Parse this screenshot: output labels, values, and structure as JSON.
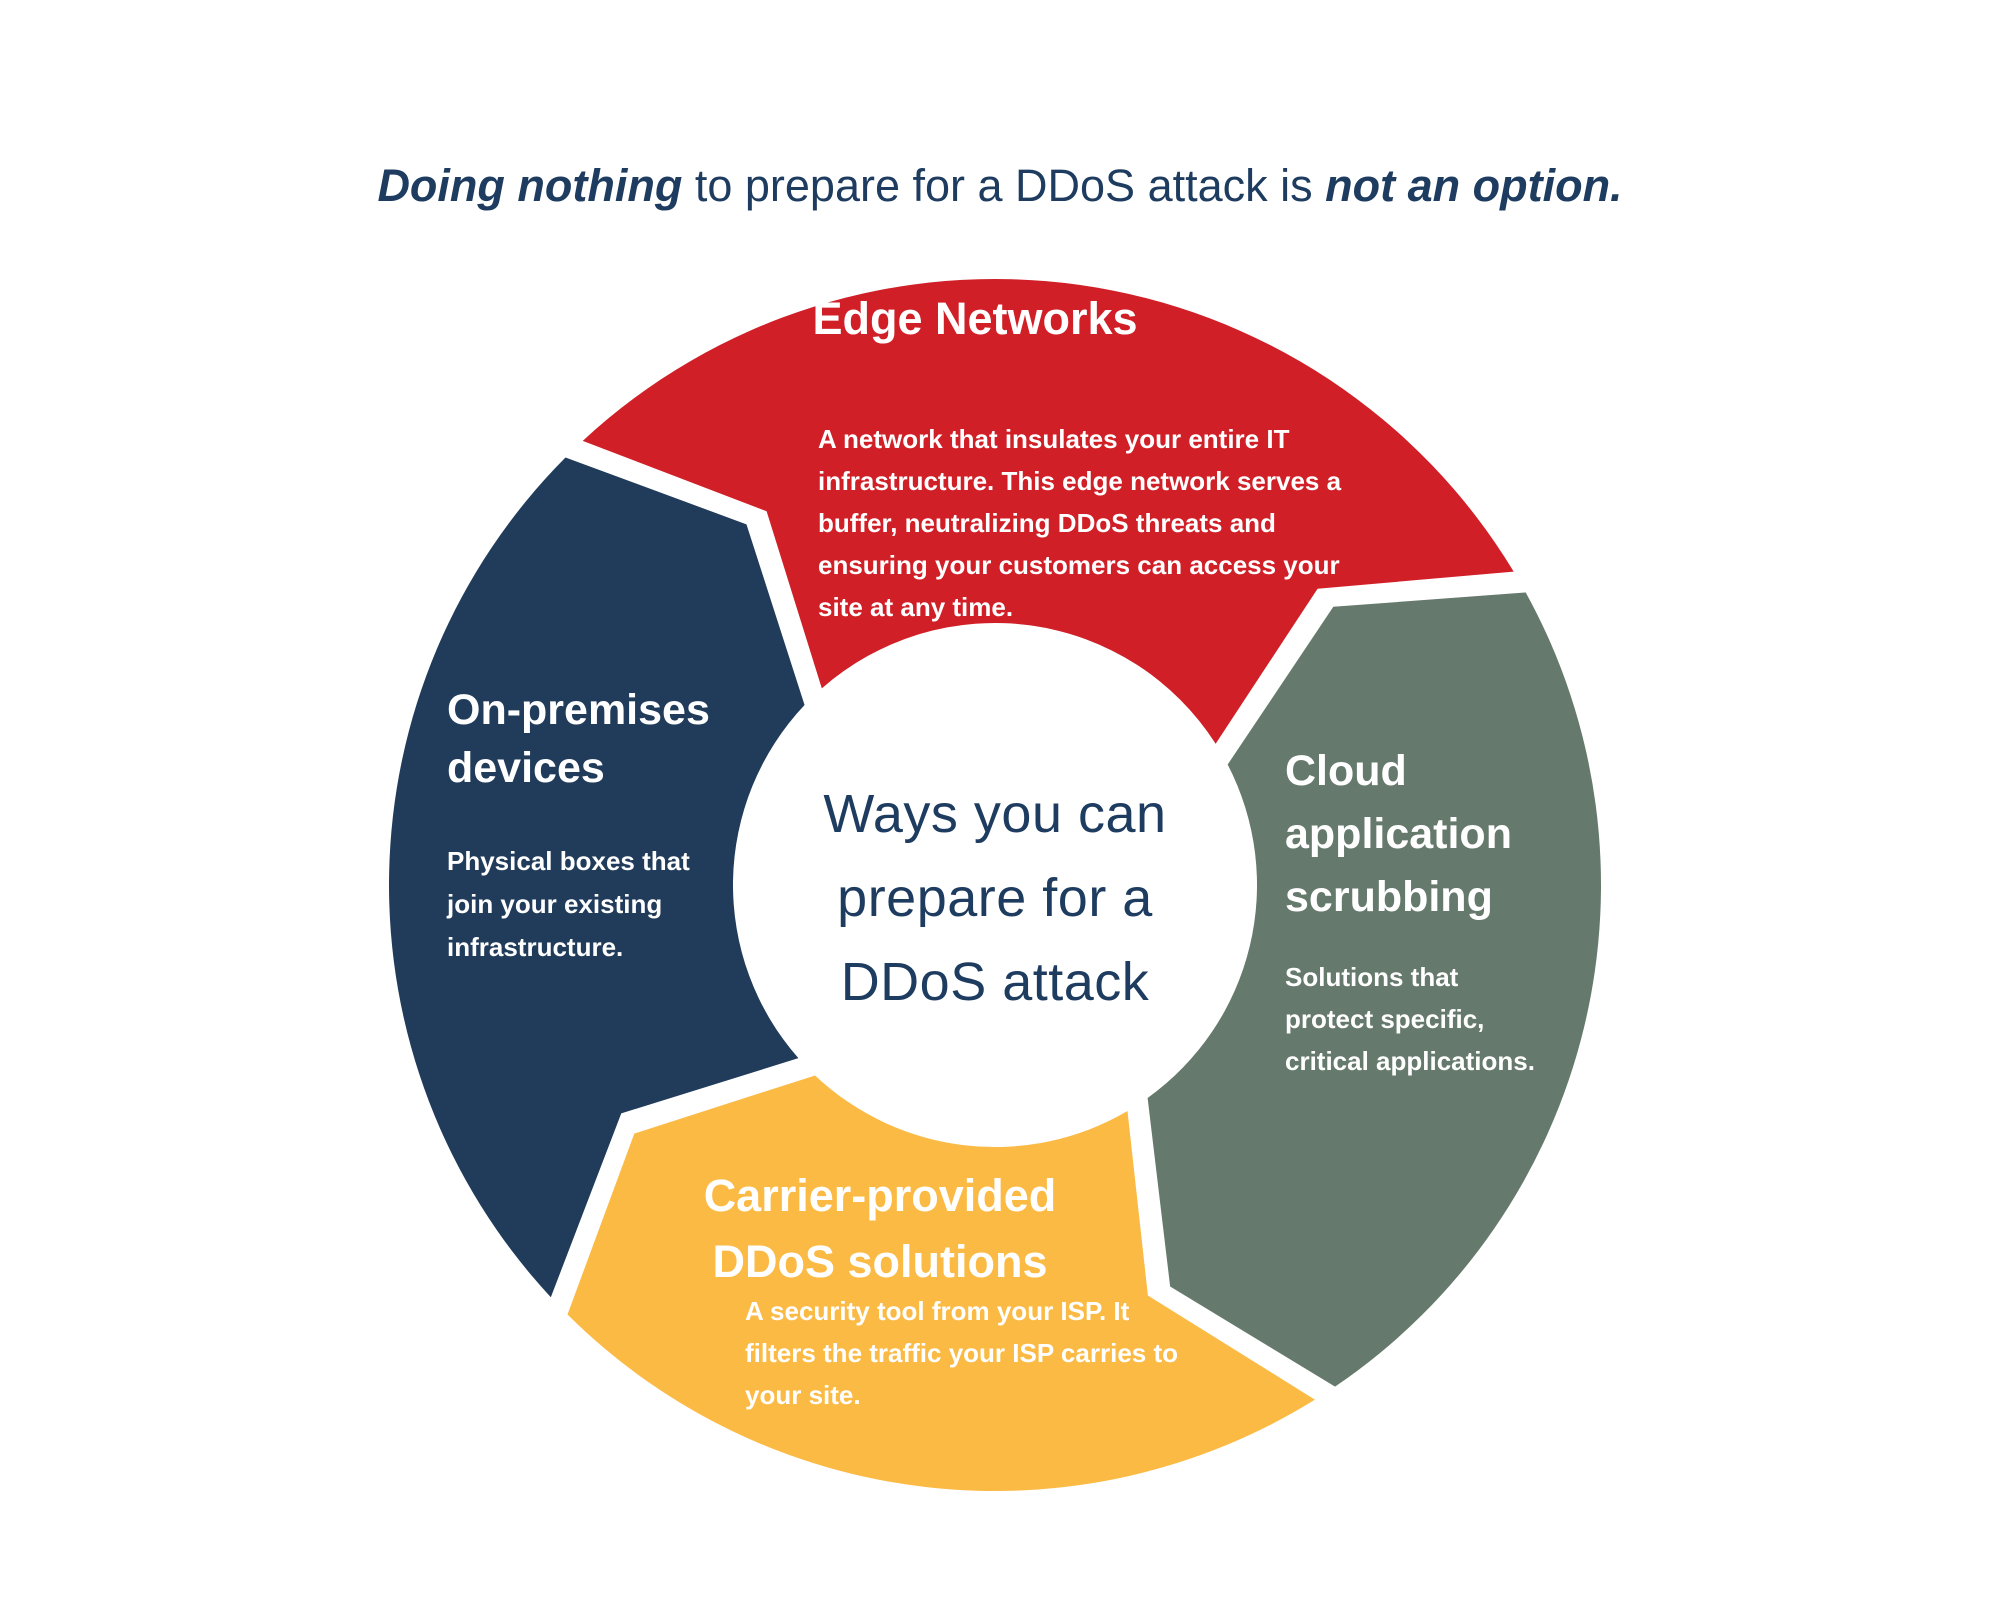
{
  "title": {
    "part1": "Doing nothing",
    "part2": " to prepare for a DDoS attack is ",
    "part3": "not an option."
  },
  "center": {
    "label": "Ways you can\nprepare for a\nDDoS attack"
  },
  "colors": {
    "red": "#d01f27",
    "navy": "#213c5b",
    "sage_green": "#65796c",
    "yellow": "#fbba44",
    "title_text": "#1e3c5f",
    "segment_text": "#ffffff",
    "background": "#ffffff"
  },
  "segments": [
    {
      "id": "edge-networks",
      "heading": "Edge Networks",
      "body": "A network that insulates your entire IT\ninfrastructure. This edge network serves a\nbuffer, neutralizing DDoS threats and\nensuring your customers can access your\nsite at any time.",
      "color": "#d01f27"
    },
    {
      "id": "cloud-application-scrubbing",
      "heading": "Cloud\napplication\nscrubbing",
      "body": "Solutions that\nprotect specific,\ncritical applications.",
      "color": "#65796c"
    },
    {
      "id": "carrier-provided-ddos-solutions",
      "heading": "Carrier-provided\nDDoS solutions",
      "body": "A security tool from your ISP. It\nfilters the traffic your ISP carries to\nyour site.",
      "color": "#fbba44"
    },
    {
      "id": "on-premises-devices",
      "heading": "On-premises\ndevices",
      "body": "Physical boxes that\njoin your existing\ninfrastructure.",
      "color": "#213c5b"
    }
  ]
}
